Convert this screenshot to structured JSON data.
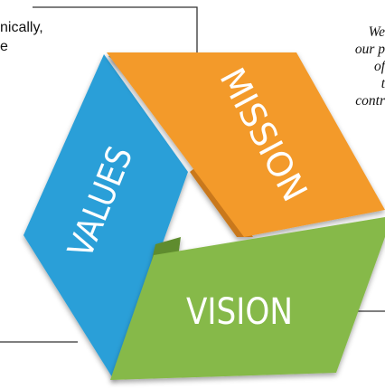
{
  "segments": {
    "values": {
      "label": "VALUES",
      "color": "#2a9fd8",
      "dark": "#1e7fb0"
    },
    "mission": {
      "label": "MISSION",
      "color": "#f39a2c",
      "dark": "#c9781a"
    },
    "vision": {
      "label": "VISION",
      "color": "#86b948",
      "dark": "#5f8c2e"
    }
  },
  "left_text": {
    "lines": [
      "nically,",
      "e"
    ]
  },
  "right_text": {
    "lines": [
      "We",
      "our p",
      "of",
      "t",
      "contr"
    ]
  }
}
